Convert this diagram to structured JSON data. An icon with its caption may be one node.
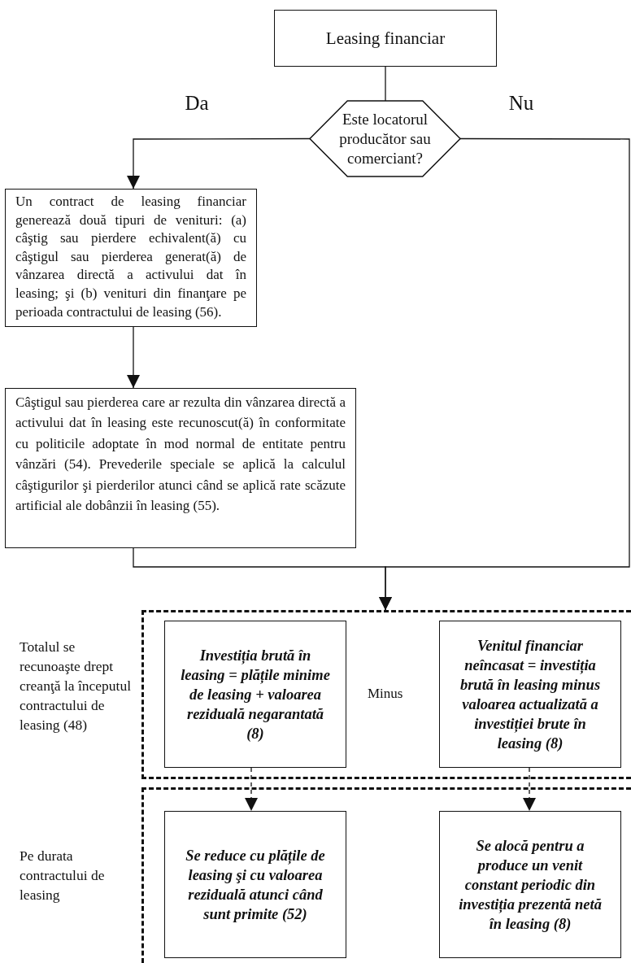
{
  "diagram": {
    "nodes": [
      {
        "text": [
          "Leasing financiar"
        ]
      },
      {
        "text": [
          "Este locatorul producător sau comerciant?"
        ]
      },
      {
        "text": [
          "Un contract de leasing financiar generează două tipuri de venituri: (a) câştig sau pierdere echivalent(ă) cu câştigul sau pierderea generat(ă) de vânzarea directă a activului dat în leasing; şi (b) venituri din finanţare pe perioada contractului de leasing (56)."
        ]
      },
      {
        "text": [
          "Câştigul sau pierderea care ar rezulta din vânzarea directă a activului dat în leasing este recunoscut(ă) în conformitate cu politicile adoptate în mod normal de entitate pentru vânzări (54). Prevederile speciale se aplică la calculul câştigurilor şi pierderilor atunci când se aplică rate scăzute artificial ale dobânzii în leasing (55)."
        ]
      },
      {
        "text": [],
        "shape": "box",
        "beside": [
          "Totalul se recunoaşte drept creanţă la începutul contractului de leasing (48)"
        ]
      },
      {
        "text": [
          "Investiția brută în leasing = plățile minime de leasing + valoarea reziduală negarantată (8)"
        ],
        "in": 4
      },
      {
        "text": [
          "Venitul financiar neîncasat = investiția brută în leasing minus valoarea actualizată a investiției brute în leasing (8)"
        ],
        "in": 4
      },
      {
        "text": [],
        "shape": "box",
        "beside": [
          "Pe durata contractului de leasing"
        ]
      },
      {
        "text": [
          "Se reduce cu plățile de leasing şi cu valoarea reziduală atunci când sunt primite (52)"
        ],
        "in": 7
      },
      {
        "text": [
          "Se alocă pentru a produce un venit constant periodic din investiția prezentă netă în leasing (8)"
        ],
        "in": 7
      }
    ],
    "edges": [
      {
        "from": 0,
        "to": 1,
        "arrow": "none"
      },
      {
        "from": 1,
        "to": 2,
        "arrow": "to",
        "label": "Da"
      },
      {
        "from": 1,
        "to": 4,
        "arrow": "to",
        "label": "Nu"
      },
      {
        "from": 2,
        "to": 3,
        "arrow": "to"
      },
      {
        "from": 3,
        "to": 4,
        "arrow": "to"
      },
      {
        "from": 5,
        "to": 8,
        "arrow": "to",
        "style": "dashed"
      },
      {
        "from": 6,
        "to": 9,
        "arrow": "to",
        "style": "dashed"
      }
    ],
    "labels": [
      "Minus"
    ]
  }
}
